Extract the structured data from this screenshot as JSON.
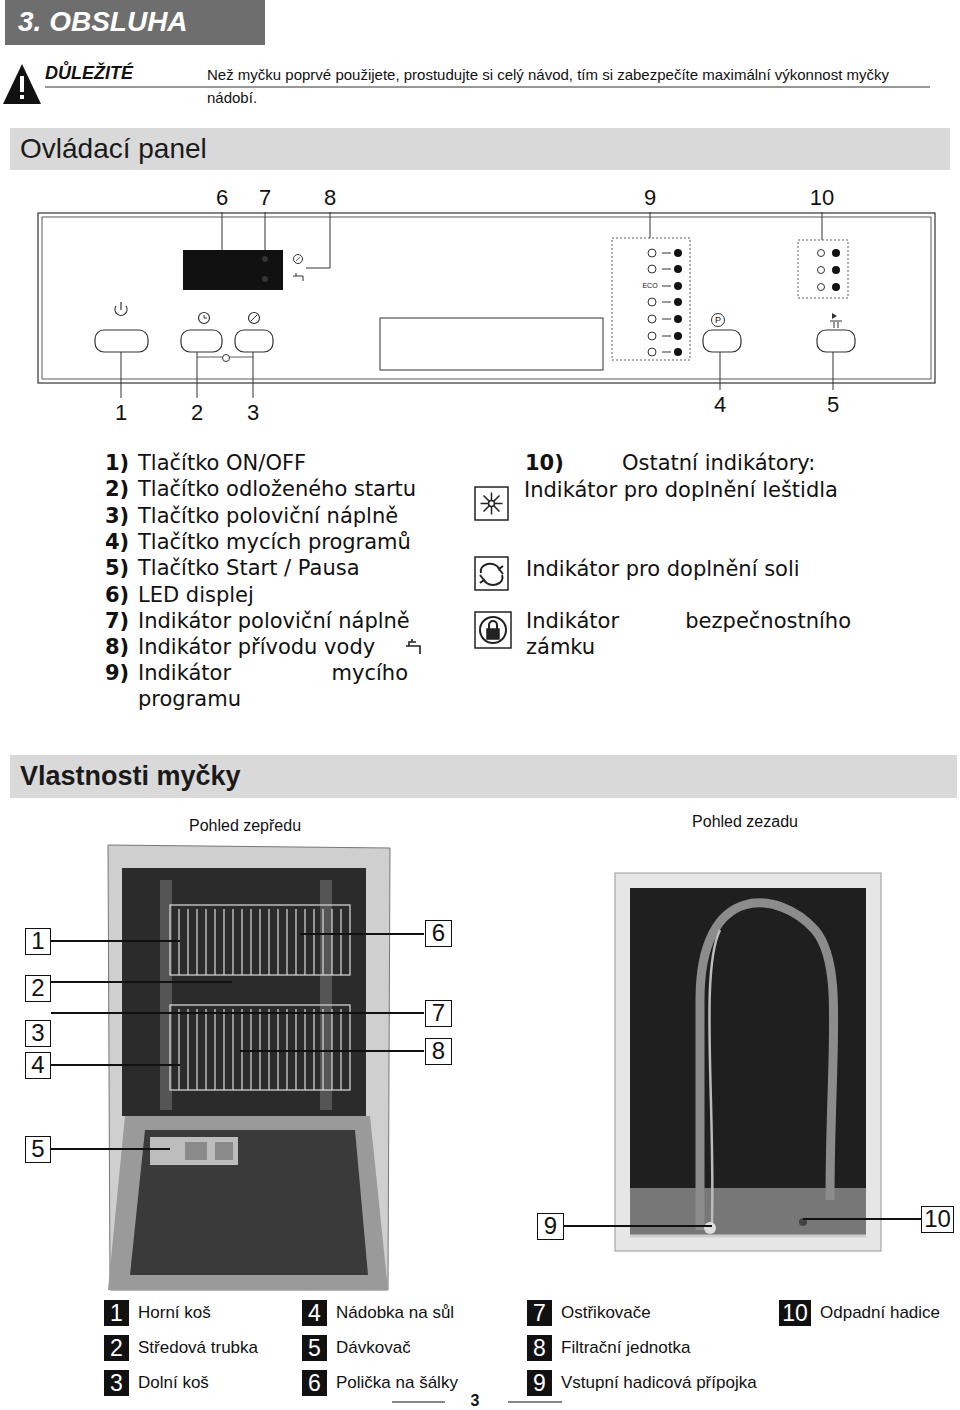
{
  "diagram": {
    "title": "3. OBSLUHA",
    "nodes": [
      {
        "text": [
          "Ovládací panel"
        ]
      },
      {
        "text": [
          "Vlastnosti myčky"
        ]
      },
      {
        "text": [
          "1"
        ]
      },
      {
        "text": [
          "2"
        ]
      },
      {
        "text": [
          "3"
        ]
      },
      {
        "text": [
          "4"
        ]
      },
      {
        "text": [
          "5"
        ]
      },
      {
        "text": [
          "6"
        ]
      },
      {
        "text": [
          "7"
        ]
      },
      {
        "text": [
          "8"
        ]
      },
      {
        "text": [
          "9"
        ]
      },
      {
        "text": [
          "10"
        ]
      },
      {
        "text": [
          "1",
          "Horní koš"
        ]
      },
      {
        "text": [
          "2",
          "Středová trubka"
        ]
      },
      {
        "text": [
          "3",
          "Dolní koš"
        ]
      },
      {
        "text": [
          "4",
          "Nádobka na sůl"
        ]
      },
      {
        "text": [
          "5",
          "Dávkovač"
        ]
      },
      {
        "text": [
          "6",
          "Polička na šálky"
        ]
      },
      {
        "text": [
          "7",
          "Ostřikovače"
        ]
      },
      {
        "text": [
          "8",
          "Filtrační jednotka"
        ]
      },
      {
        "text": [
          "9",
          "Vstupní hadicová přípojka"
        ]
      },
      {
        "text": [
          "10",
          "Odpadní hadice"
        ]
      }
    ],
    "labels": [
      "DŮLEŽITÉ",
      "Než myčku poprvé použijete, prostudujte si celý návod, tím si zabezpečíte maximální výkonnost myčky nádobí.",
      "6",
      "7",
      "8",
      "9",
      "10",
      "ECO",
      "P",
      "1",
      "2",
      "3",
      "4",
      "5",
      "1)",
      "Tlačítko ON/OFF",
      "2)",
      "Tlačítko odloženého startu",
      "3)",
      "Tlačítko poloviční náplně",
      "4)",
      "Tlačítko mycích programů",
      "5)",
      "Tlačítko Start / Pausa",
      "6)",
      "LED displej",
      "7)",
      "Indikátor poloviční náplně",
      "8)",
      "Indikátor přívodu vody",
      "9)",
      "Indikátor mycího programu",
      "10)",
      "Ostatní indikátory:",
      "Indikátor pro doplnění leštidla",
      "Indikátor pro doplnění soli",
      "Indikátor bezpečnostního zámku",
      "Pohled zepředu",
      "Pohled zezadu",
      "3"
    ]
  }
}
